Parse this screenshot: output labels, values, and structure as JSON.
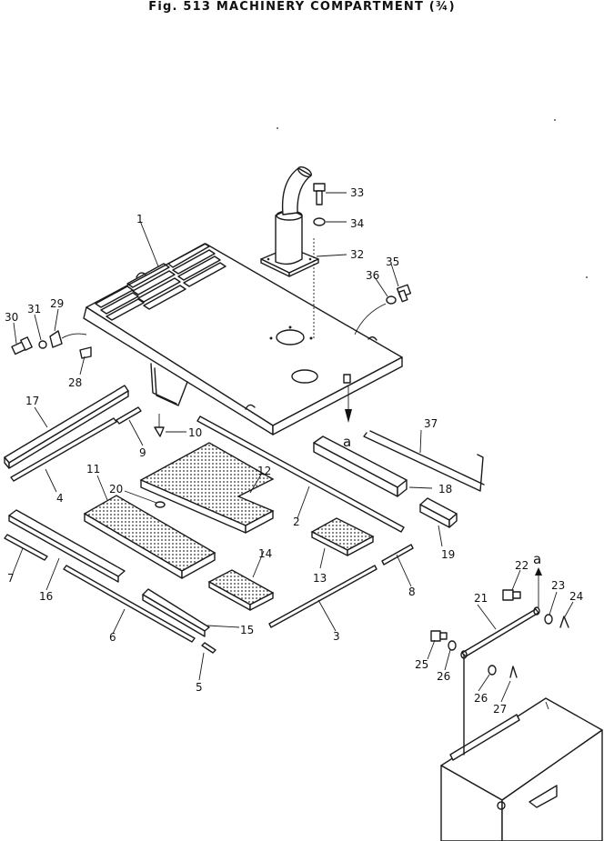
{
  "figure": {
    "title": "Fig. 513   MACHINERY COMPARTMENT (¾)"
  },
  "callouts": {
    "c1": "1",
    "c2": "2",
    "c3": "3",
    "c4": "4",
    "c5": "5",
    "c6": "6",
    "c7": "7",
    "c8": "8",
    "c9": "9",
    "c10": "10",
    "c11": "11",
    "c12": "12",
    "c13": "13",
    "c14": "14",
    "c15": "15",
    "c16": "16",
    "c17": "17",
    "c18": "18",
    "c19": "19",
    "c20": "20",
    "c21": "21",
    "c22": "22",
    "c23": "23",
    "c24": "24",
    "c25": "25",
    "c26a": "26",
    "c26b": "26",
    "c27": "27",
    "c28": "28",
    "c29": "29",
    "c30": "30",
    "c31": "31",
    "c32": "32",
    "c33": "33",
    "c34": "34",
    "c35": "35",
    "c36": "36",
    "c37": "37"
  },
  "reference_marks": {
    "a_upper": "a",
    "a_lower": "a"
  }
}
